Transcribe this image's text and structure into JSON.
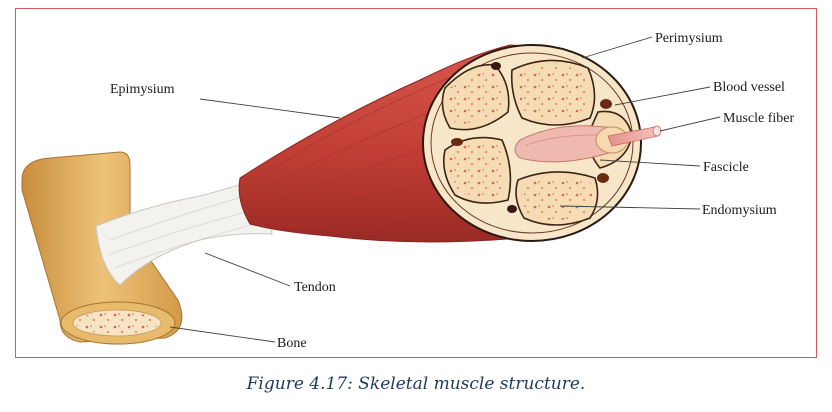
{
  "labels": {
    "perimysium": "Perimysium",
    "epimysium": "Epimysium",
    "blood_vessel": "Blood vessel",
    "muscle_fiber": "Muscle fiber",
    "fascicle": "Fascicle",
    "endomysium": "Endomysium",
    "tendon": "Tendon",
    "bone": "Bone"
  },
  "caption": "Figure 4.17: Skeletal muscle structure.",
  "colors": {
    "frame_border": "#d9575b",
    "muscle": "#c9453c",
    "muscle_dark": "#9e2b26",
    "bone": "#e6b56a",
    "tendon": "#f1f1ee",
    "fascicle_fill": "#f6dcb5",
    "caption": "#1f3a5f"
  }
}
